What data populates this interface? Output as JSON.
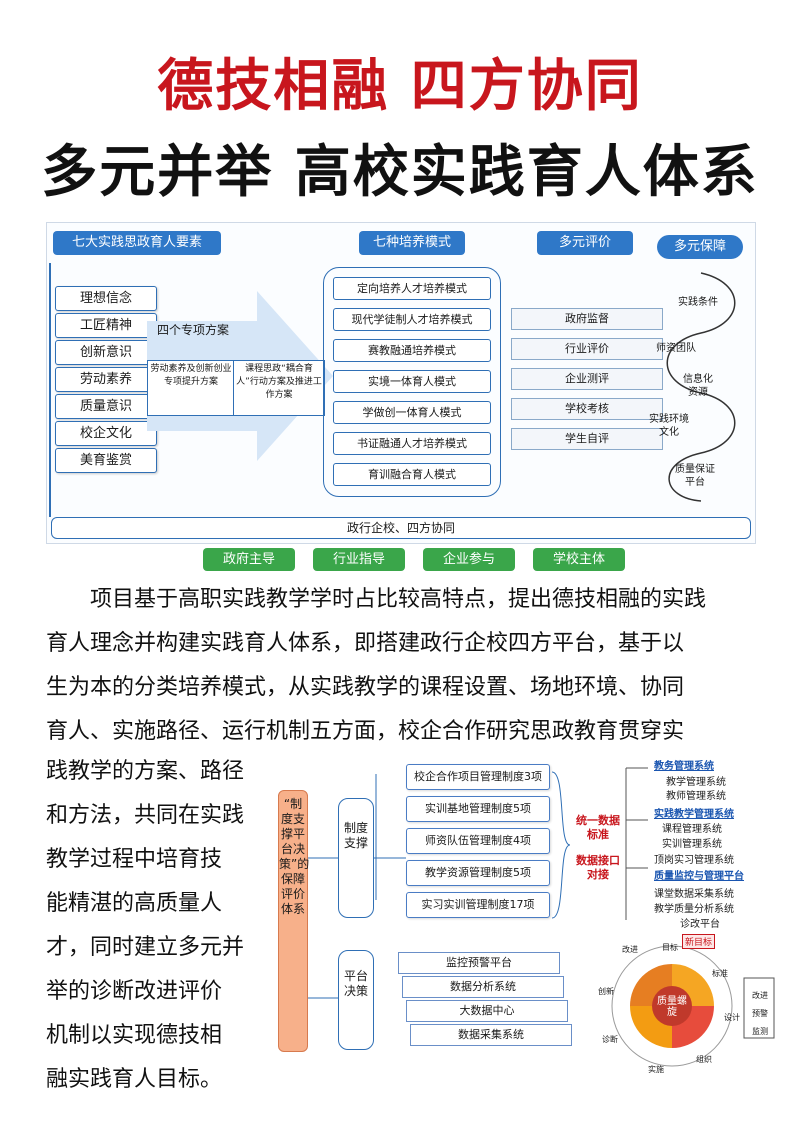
{
  "title_line1": "德技相融  四方协同",
  "title_line2": "多元并举  高校实践育人体系",
  "diagram": {
    "elements_header": "七大实践思政育人要素",
    "elements": [
      "理想信念",
      "工匠精神",
      "创新意识",
      "劳动素养",
      "质量意识",
      "校企文化",
      "美育鉴赏"
    ],
    "four_plans_label": "四个专项方案",
    "plan_a": "劳动素养及创新创业专项提升方案",
    "plan_b": "课程思政“耦合育人”行动方案及推进工作方案",
    "modes_header": "七种培养模式",
    "modes": [
      "定向培养人才培养模式",
      "现代学徒制人才培养模式",
      "赛教融通培养模式",
      "实境一体育人模式",
      "学做创一体育人模式",
      "书证融通人才培养模式",
      "育训融合育人模式"
    ],
    "eval_header": "多元评价",
    "evals": [
      "政府监督",
      "行业评价",
      "企业测评",
      "学校考核",
      "学生自评"
    ],
    "guarantee_header": "多元保障",
    "guarantees": [
      "实践条件",
      "师资团队",
      "信息化资源",
      "实践环境文化",
      "质量保证平台"
    ],
    "bottom_bar": "政行企校、四方协同",
    "buttons": [
      "政府主导",
      "行业指导",
      "企业参与",
      "学校主体"
    ]
  },
  "paragraph_full": [
    "项目基于高职实践教学学时占比较高特点，提出德技相融的实践",
    "育人理念并构建实践育人体系，即搭建政行企校四方平台，基于以",
    "生为本的分类培养模式，从实践教学的课程设置、场地环境、协同",
    "育人、实施路径、运行机制五方面，校企合作研究思政教育贯穿实"
  ],
  "paragraph_left": [
    "践教学的方案、路径",
    "和方法，共同在实践",
    "教学过程中培育技",
    "能精湛的高质量人",
    "才，同时建立多元并",
    "举的诊断改进评价",
    "机制以实现德技相",
    "融实践育人目标。"
  ],
  "system": {
    "vertical_label": "“制度支撑平台决策”的保障评价体系",
    "sys_label": "制度支撑",
    "plat_label": "平台决策",
    "systems": [
      "校企合作项目管理制度3项",
      "实训基地管理制度5项",
      "师资队伍管理制度4项",
      "教学资源管理制度5项",
      "实习实训管理制度17项"
    ],
    "platforms": [
      "监控预警平台",
      "数据分析系统",
      "大数据中心",
      "数据采集系统"
    ],
    "mid_label_1": "统一数据标准",
    "mid_label_2": "数据接口对接",
    "right_items": [
      {
        "text": "教务管理系统",
        "head": true
      },
      {
        "text": "教学管理系统",
        "head": false
      },
      {
        "text": "教师管理系统",
        "head": false
      },
      {
        "text": "实践教学管理系统",
        "head": true
      },
      {
        "text": "课程管理系统",
        "head": false
      },
      {
        "text": "实训管理系统",
        "head": false
      },
      {
        "text": "顶岗实习管理系统",
        "head": false
      },
      {
        "text": "质量监控与管理平台",
        "head": true
      },
      {
        "text": "课堂数据采集系统",
        "head": false
      },
      {
        "text": "教学质量分析系统",
        "head": false
      },
      {
        "text": "诊改平台",
        "head": false
      }
    ],
    "cycle_center": "质量螺旋",
    "cycle_new_goal": "新目标",
    "cycle_labels": [
      "改进",
      "目标",
      "标准",
      "设计",
      "组织",
      "实施",
      "诊断",
      "创新"
    ],
    "cycle_side": [
      "改进",
      "预警",
      "监测"
    ]
  },
  "colors": {
    "title_red": "#c8161d",
    "blue": "#2f78c8",
    "green": "#3aa64a",
    "orange": "#e8865a"
  }
}
